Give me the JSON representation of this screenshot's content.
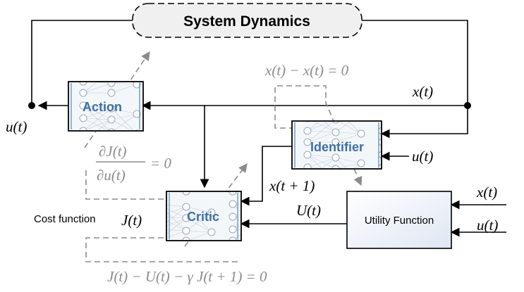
{
  "system": {
    "title": "System Dynamics"
  },
  "blocks": {
    "action": "Action",
    "identifier": "Identifier",
    "critic": "Critic",
    "utility": "Utility Function"
  },
  "signals": {
    "u_out": "u(t)",
    "x_state": "x(t)",
    "u_identifier_in": "u(t)",
    "x_next": "x(t + 1)",
    "U": "U(t)",
    "J": "J(t)",
    "x_utility_in": "x(t)",
    "u_utility_in": "u(t)"
  },
  "equations": {
    "identifier_error": "x(t) − x(t) = 0",
    "action_grad_num": "∂J(t)",
    "action_grad_den": "∂u(t)",
    "action_grad_rhs": "= 0",
    "bellman": "J(t) − U(t) − γ J(t + 1) = 0"
  },
  "labels": {
    "cost_function": "Cost function"
  }
}
